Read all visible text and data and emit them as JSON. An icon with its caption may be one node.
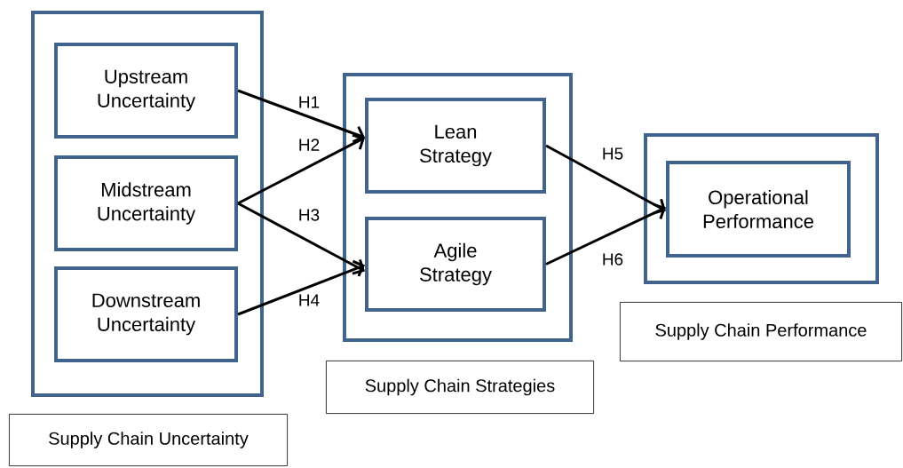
{
  "diagram": {
    "nodes": [
      {
        "text": [],
        "shape": "box"
      },
      {
        "text": [
          "Upstream Uncertainty"
        ],
        "in": 0
      },
      {
        "text": [
          "Midstream Uncertainty"
        ],
        "in": 0
      },
      {
        "text": [
          "Downstream Uncertainty"
        ],
        "in": 0
      },
      {
        "text": [
          "Supply Chain Uncertainty"
        ]
      },
      {
        "text": [],
        "shape": "box"
      },
      {
        "text": [
          "Lean Strategy"
        ],
        "in": 5
      },
      {
        "text": [
          "Agile Strategy"
        ],
        "in": 5
      },
      {
        "text": [
          "Supply Chain Strategies"
        ]
      },
      {
        "text": [],
        "shape": "box"
      },
      {
        "text": [
          "Operational Performance"
        ],
        "in": 9
      },
      {
        "text": [
          "Supply Chain Performance"
        ]
      }
    ],
    "edges": [
      {
        "from": 1,
        "to": 6,
        "arrow": "to",
        "label": "H1"
      },
      {
        "from": 2,
        "to": 6,
        "arrow": "to",
        "label": "H2"
      },
      {
        "from": 2,
        "to": 7,
        "arrow": "to",
        "label": "H3"
      },
      {
        "from": 3,
        "to": 7,
        "arrow": "to",
        "label": "H4"
      },
      {
        "from": 6,
        "to": 10,
        "arrow": "to",
        "label": "H5"
      },
      {
        "from": 7,
        "to": 10,
        "arrow": "to",
        "label": "H6"
      }
    ]
  }
}
